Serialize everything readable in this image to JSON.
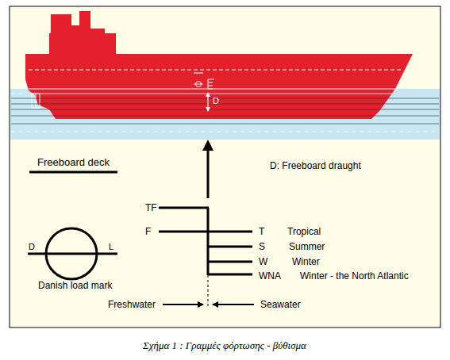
{
  "diagram": {
    "caption": "Σχήμα 1 : Γραμμές φόρτωσης - βύθισμα",
    "labels": [
      "D",
      "Freeboard deck",
      "D: Freeboard draught",
      "TF",
      "F",
      "T",
      "Tropical",
      "S",
      "Summer",
      "W",
      "Winter",
      "WNA",
      "Winter - the North Atlantic",
      "D",
      "L",
      "Danish load mark",
      "Freshwater",
      "Seawater"
    ]
  }
}
